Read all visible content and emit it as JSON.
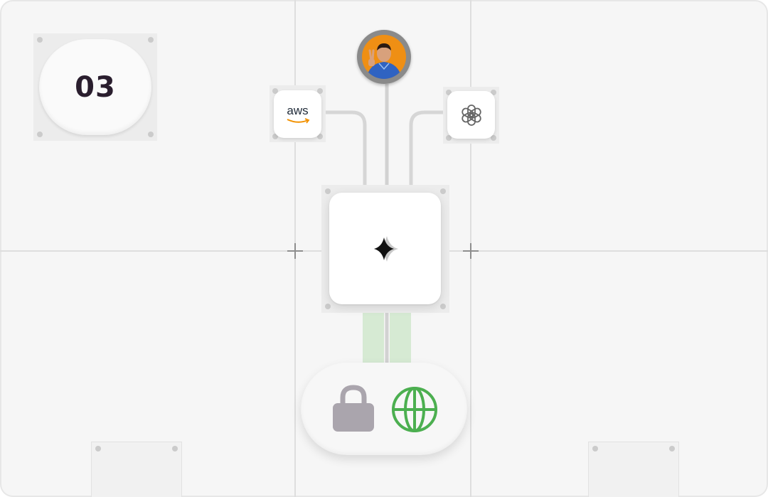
{
  "step": {
    "number": "03"
  },
  "integrations": [
    {
      "name": "aws",
      "label": "aws",
      "icon": "aws-icon"
    },
    {
      "name": "openai",
      "icon": "openai-icon"
    }
  ],
  "hub": {
    "icon": "sparkle-icon"
  },
  "user": {
    "icon": "avatar"
  },
  "status": [
    {
      "icon": "lock-icon",
      "color": "#aaa5ad"
    },
    {
      "icon": "globe-icon",
      "color": "#4caf50"
    }
  ],
  "colors": {
    "accent_green": "#4caf50",
    "connector_green": "#d6ead3",
    "step_text": "#2a1e2e"
  }
}
